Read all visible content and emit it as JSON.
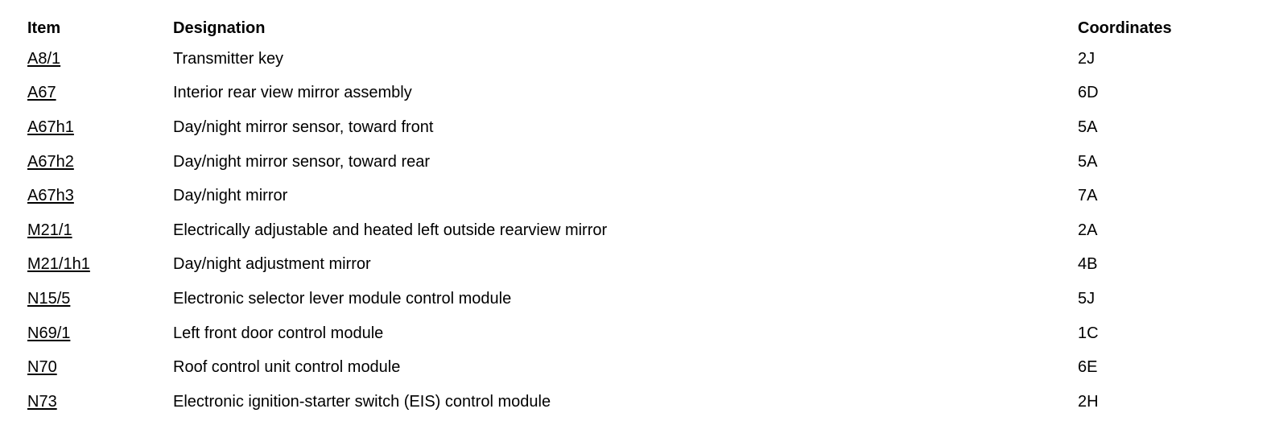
{
  "table": {
    "headers": {
      "item": "Item",
      "designation": "Designation",
      "coordinates": "Coordinates"
    },
    "rows": [
      {
        "item": "A8/1",
        "designation": "Transmitter key",
        "coordinates": "2J"
      },
      {
        "item": "A67",
        "designation": "Interior rear view mirror assembly",
        "coordinates": "6D"
      },
      {
        "item": "A67h1",
        "designation": "Day/night mirror sensor, toward front",
        "coordinates": "5A"
      },
      {
        "item": "A67h2",
        "designation": "Day/night mirror sensor, toward rear",
        "coordinates": "5A"
      },
      {
        "item": "A67h3",
        "designation": "Day/night mirror",
        "coordinates": "7A"
      },
      {
        "item": "M21/1",
        "designation": "Electrically adjustable and heated left outside rearview mirror",
        "coordinates": "2A"
      },
      {
        "item": "M21/1h1",
        "designation": "Day/night adjustment mirror",
        "coordinates": "4B"
      },
      {
        "item": "N15/5",
        "designation": "Electronic selector lever module control module",
        "coordinates": "5J"
      },
      {
        "item": "N69/1",
        "designation": "Left front door control module",
        "coordinates": "1C"
      },
      {
        "item": "N70",
        "designation": "Roof control unit control module",
        "coordinates": "6E"
      },
      {
        "item": "N73",
        "designation": "Electronic ignition-starter switch (EIS) control module",
        "coordinates": "2H"
      }
    ]
  }
}
